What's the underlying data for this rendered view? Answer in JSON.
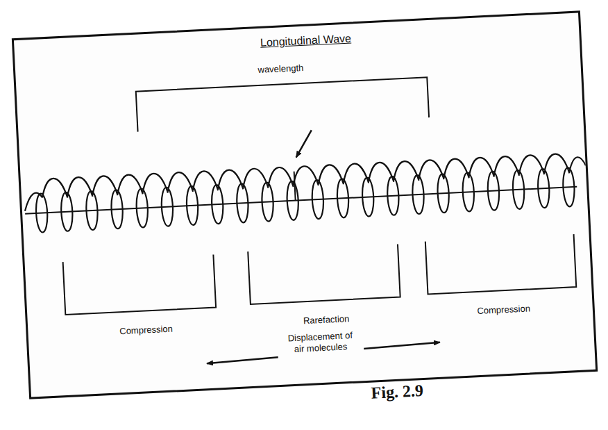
{
  "diagram": {
    "title": "Longitudinal Wave",
    "caption": "Fig. 2.9",
    "labels": [
      "wavelength",
      "Compression",
      "Rarefaction",
      "Compression",
      "Displacement of air molecules"
    ]
  }
}
